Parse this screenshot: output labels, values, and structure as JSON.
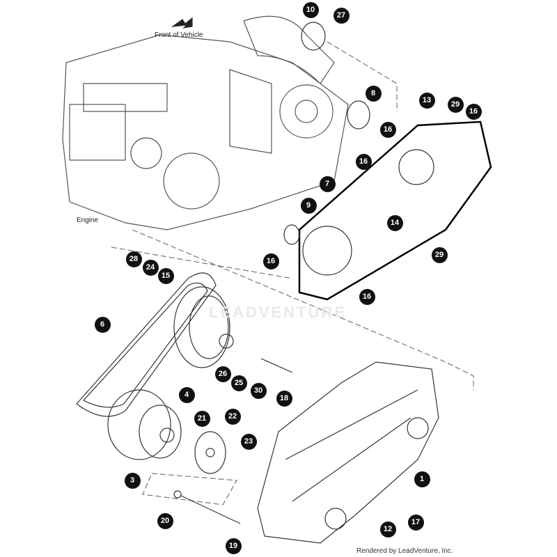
{
  "labels": {
    "front": "Front of Vehicle",
    "engine": "Engine",
    "credit": "Rendered by LeadVenture, Inc.",
    "watermark": "LEADVENTURE"
  },
  "callouts": [
    "10",
    "27",
    "8",
    "13",
    "29",
    "16",
    "16",
    "16",
    "7",
    "9",
    "14",
    "29",
    "16",
    "16",
    "28",
    "24",
    "15",
    "6",
    "26",
    "25",
    "30",
    "18",
    "4",
    "21",
    "22",
    "23",
    "3",
    "1",
    "20",
    "19",
    "12",
    "17"
  ]
}
